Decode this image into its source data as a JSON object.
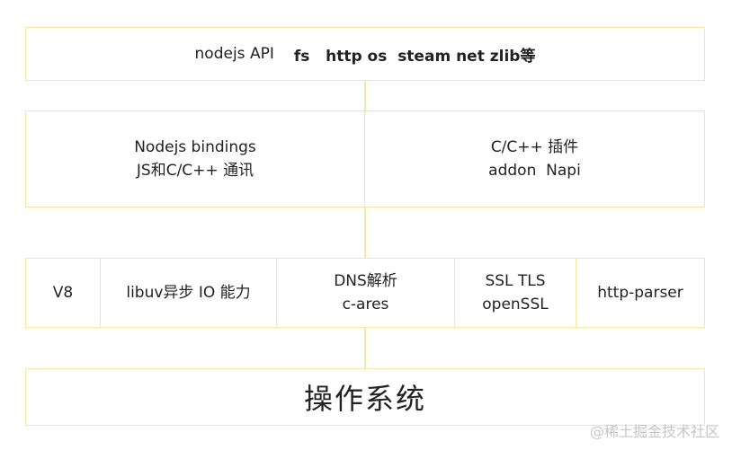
{
  "colors": {
    "border": "#f5e7a6",
    "text": "#222222",
    "watermark": "#c6c6c6"
  },
  "api_layer": {
    "label": "nodejs API",
    "modules": "fs   http os  steam net zlib等"
  },
  "middle_layer": {
    "bindings": {
      "line1": "Nodejs bindings",
      "line2": "JS和C/C++ 通讯"
    },
    "addons": {
      "line1": "C/C++ 插件",
      "line2": "addon  Napi"
    }
  },
  "deps_layer": {
    "v8": "V8",
    "libuv": "libuv异步 IO 能力",
    "dns": {
      "line1": "DNS解析",
      "line2": "c-ares"
    },
    "ssl": {
      "line1": "SSL TLS",
      "line2": "openSSL"
    },
    "http_parser": "http-parser"
  },
  "os_layer": {
    "label": "操作系统"
  },
  "watermark": "@稀土掘金技术社区"
}
